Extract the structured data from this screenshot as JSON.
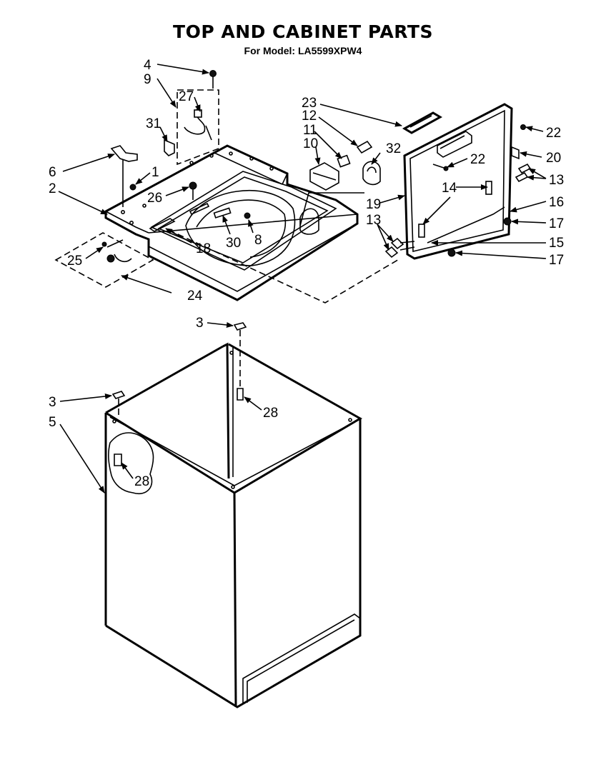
{
  "title": "TOP AND CABINET PARTS",
  "subtitle": "For Model: LA5599XPW4",
  "callouts": {
    "c1": "1",
    "c2": "2",
    "c3a": "3",
    "c3b": "3",
    "c4": "4",
    "c5": "5",
    "c6": "6",
    "c8": "8",
    "c9": "9",
    "c10": "10",
    "c11": "11",
    "c12": "12",
    "c13a": "13",
    "c13b": "13",
    "c14": "14",
    "c15": "15",
    "c16": "16",
    "c17a": "17",
    "c17b": "17",
    "c18": "18",
    "c19": "19",
    "c20": "20",
    "c22a": "22",
    "c22b": "22",
    "c23": "23",
    "c24": "24",
    "c25": "25",
    "c26": "26",
    "c27": "27",
    "c28a": "28",
    "c28b": "28",
    "c30": "30",
    "c31": "31",
    "c32": "32"
  }
}
